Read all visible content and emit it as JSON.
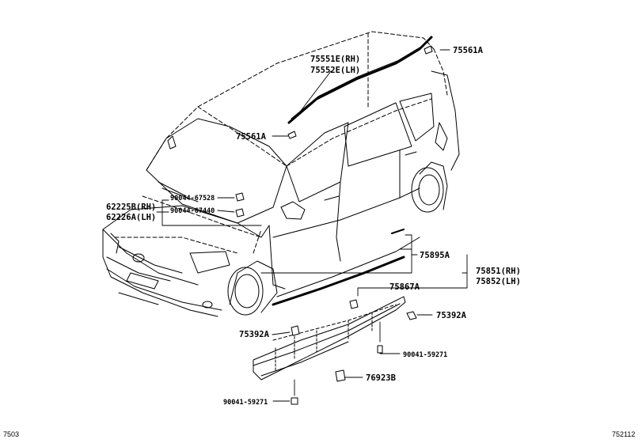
{
  "parts": {
    "p75561A_top": "75561A",
    "p75551E": "75551E(RH)",
    "p75552E": "75552E(LH)",
    "p75561A_mid": "75561A",
    "p90044_67528": "90044-67528",
    "p62225B": "62225B(RH)",
    "p62226A": "62226A(LH)",
    "p90044_67440": "90044-67440",
    "p75895A": "75895A",
    "p75851": "75851(RH)",
    "p75852": "75852(LH)",
    "p75867A": "75867A",
    "p75392A_right": "75392A",
    "p75392A_left": "75392A",
    "p90041_59271_right": "90041-59271",
    "p76923B": "76923B",
    "p90041_59271_bottom": "90041-59271"
  },
  "footer": {
    "left_code": "7503",
    "right_code": "752112"
  }
}
